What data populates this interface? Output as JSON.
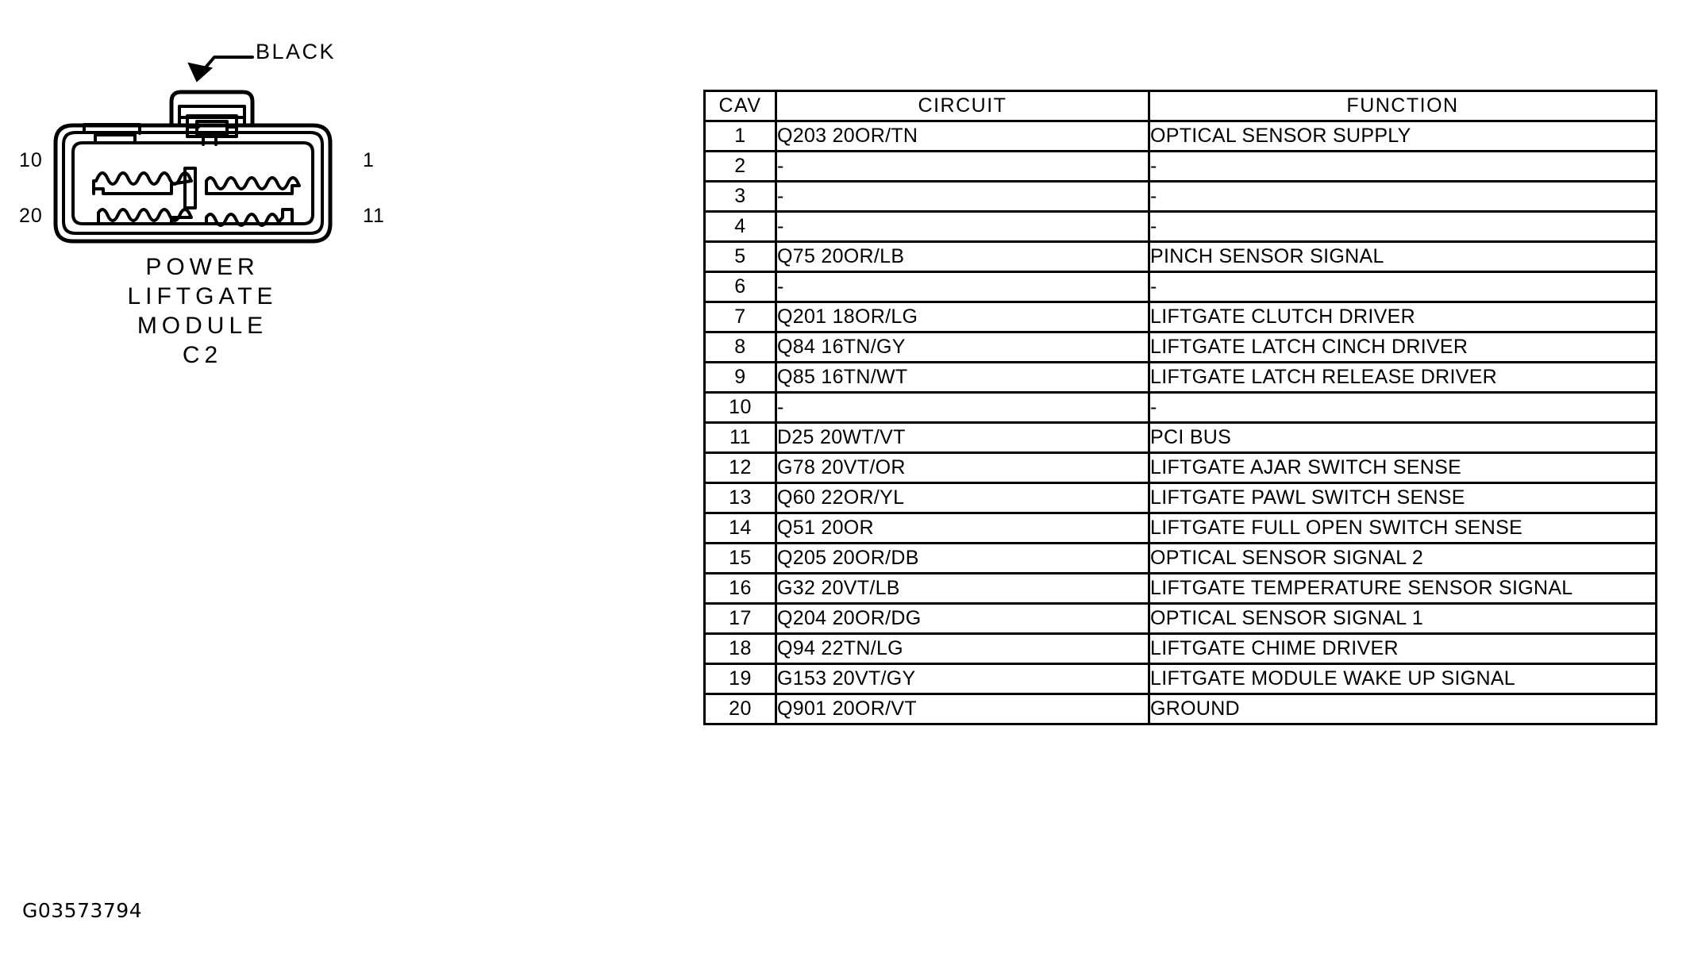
{
  "figure": {
    "id": "G03573794"
  },
  "connector": {
    "callout_label": "BLACK",
    "caption_lines": [
      "POWER",
      "LIFTGATE",
      "MODULE",
      "C2"
    ],
    "pin_labels": {
      "top_left": "10",
      "bottom_left": "20",
      "top_right": "1",
      "bottom_right": "11"
    },
    "color": "#000000"
  },
  "pinout_table": {
    "columns": [
      "CAV",
      "CIRCUIT",
      "FUNCTION"
    ],
    "rows": [
      {
        "cav": "1",
        "circuit": "Q203 20OR/TN",
        "function": "OPTICAL SENSOR SUPPLY"
      },
      {
        "cav": "2",
        "circuit": "-",
        "function": "-"
      },
      {
        "cav": "3",
        "circuit": "-",
        "function": "-"
      },
      {
        "cav": "4",
        "circuit": "-",
        "function": "-"
      },
      {
        "cav": "5",
        "circuit": "Q75 20OR/LB",
        "function": "PINCH SENSOR SIGNAL"
      },
      {
        "cav": "6",
        "circuit": "-",
        "function": "-"
      },
      {
        "cav": "7",
        "circuit": "Q201 18OR/LG",
        "function": "LIFTGATE CLUTCH DRIVER"
      },
      {
        "cav": "8",
        "circuit": "Q84 16TN/GY",
        "function": "LIFTGATE LATCH CINCH DRIVER"
      },
      {
        "cav": "9",
        "circuit": "Q85 16TN/WT",
        "function": "LIFTGATE LATCH RELEASE DRIVER"
      },
      {
        "cav": "10",
        "circuit": "-",
        "function": "-"
      },
      {
        "cav": "11",
        "circuit": "D25 20WT/VT",
        "function": "PCI BUS"
      },
      {
        "cav": "12",
        "circuit": "G78 20VT/OR",
        "function": "LIFTGATE AJAR SWITCH SENSE"
      },
      {
        "cav": "13",
        "circuit": "Q60 22OR/YL",
        "function": "LIFTGATE PAWL SWITCH SENSE"
      },
      {
        "cav": "14",
        "circuit": "Q51 20OR",
        "function": "LIFTGATE FULL OPEN SWITCH SENSE"
      },
      {
        "cav": "15",
        "circuit": "Q205 20OR/DB",
        "function": "OPTICAL SENSOR SIGNAL 2"
      },
      {
        "cav": "16",
        "circuit": "G32 20VT/LB",
        "function": "LIFTGATE TEMPERATURE SENSOR SIGNAL"
      },
      {
        "cav": "17",
        "circuit": "Q204 20OR/DG",
        "function": "OPTICAL SENSOR SIGNAL 1"
      },
      {
        "cav": "18",
        "circuit": "Q94 22TN/LG",
        "function": "LIFTGATE CHIME DRIVER"
      },
      {
        "cav": "19",
        "circuit": "G153 20VT/GY",
        "function": "LIFTGATE MODULE WAKE UP SIGNAL"
      },
      {
        "cav": "20",
        "circuit": "Q901 20OR/VT",
        "function": "GROUND"
      }
    ]
  }
}
